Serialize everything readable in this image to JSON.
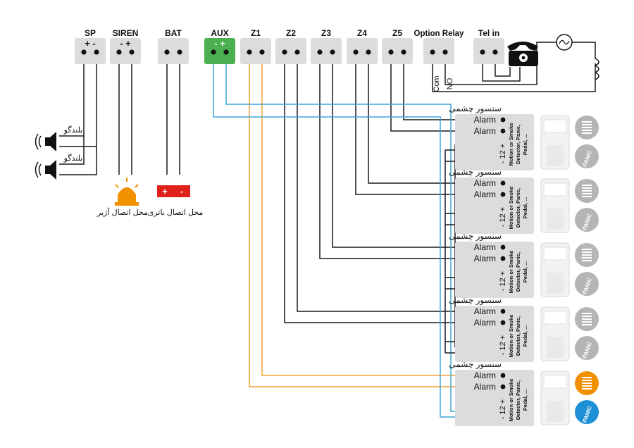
{
  "terminals": [
    {
      "id": "sp",
      "label": "SP",
      "pins": "+ -",
      "green": false
    },
    {
      "id": "siren",
      "label": "SIREN",
      "pins": "- +",
      "green": false
    },
    {
      "id": "bat",
      "label": "BAT",
      "pins": "",
      "green": false
    },
    {
      "id": "aux",
      "label": "AUX",
      "pins": "- +",
      "green": true
    },
    {
      "id": "z1",
      "label": "Z1",
      "pins": "",
      "green": false
    },
    {
      "id": "z2",
      "label": "Z2",
      "pins": "",
      "green": false
    },
    {
      "id": "z3",
      "label": "Z3",
      "pins": "",
      "green": false
    },
    {
      "id": "z4",
      "label": "Z4",
      "pins": "",
      "green": false
    },
    {
      "id": "z5",
      "label": "Z5",
      "pins": "",
      "green": false
    },
    {
      "id": "relay",
      "label": "Option Relay",
      "pins": "",
      "green": false
    },
    {
      "id": "telin",
      "label": "Tel in",
      "pins": "",
      "green": false
    }
  ],
  "relay_labels": {
    "com": "Com",
    "no": "NO"
  },
  "speaker_label": "بلندگو",
  "siren_caption": "محل اتصال آژیر",
  "battery_caption": "محل اتصال باتری",
  "battery_signs": {
    "plus": "+",
    "minus": "-"
  },
  "sensors": [
    {
      "title": "سنسور چشمی",
      "alarm1": "Alarm",
      "alarm2": "Alarm",
      "power": "- 12 +",
      "desc1": "Motion or Smoke",
      "desc2": "Detector, Panic,",
      "desc3": "Pedal, ...",
      "panic": "PANIC",
      "highlight": false
    },
    {
      "title": "سنسور چشمی",
      "alarm1": "Alarm",
      "alarm2": "Alarm",
      "power": "- 12 +",
      "desc1": "Motion or Smoke",
      "desc2": "Detector, Panic,",
      "desc3": "Pedal, ...",
      "panic": "PANIC",
      "highlight": false
    },
    {
      "title": "سنسور چشمی",
      "alarm1": "Alarm",
      "alarm2": "Alarm",
      "power": "- 12 +",
      "desc1": "Motion or Smoke",
      "desc2": "Detector, Panic,",
      "desc3": "Pedal, ...",
      "panic": "PANIC",
      "highlight": false
    },
    {
      "title": "سنسور چشمی",
      "alarm1": "Alarm",
      "alarm2": "Alarm",
      "power": "- 12 +",
      "desc1": "Motion or Smoke",
      "desc2": "Detector, Panic,",
      "desc3": "Pedal, ...",
      "panic": "PANIC",
      "highlight": false
    },
    {
      "title": "سنسور چشمی",
      "alarm1": "Alarm",
      "alarm2": "Alarm",
      "power": "- 12 +",
      "desc1": "Motion or Smoke",
      "desc2": "Detector, Panic,",
      "desc3": "Pedal, ...",
      "panic": "PANIC",
      "highlight": true
    }
  ],
  "colors": {
    "block": "#dcdcdc",
    "green": "#4caf50",
    "wire": "#1a1a1a",
    "aux_wire": "#3ea6d8",
    "z1_wire": "#f0a030",
    "siren_orange": "#f29100",
    "battery_red": "#e0201b",
    "icon_gray": "#b5b5b5",
    "orange_icon": "#f29100",
    "blue_icon": "#1e90d6"
  }
}
